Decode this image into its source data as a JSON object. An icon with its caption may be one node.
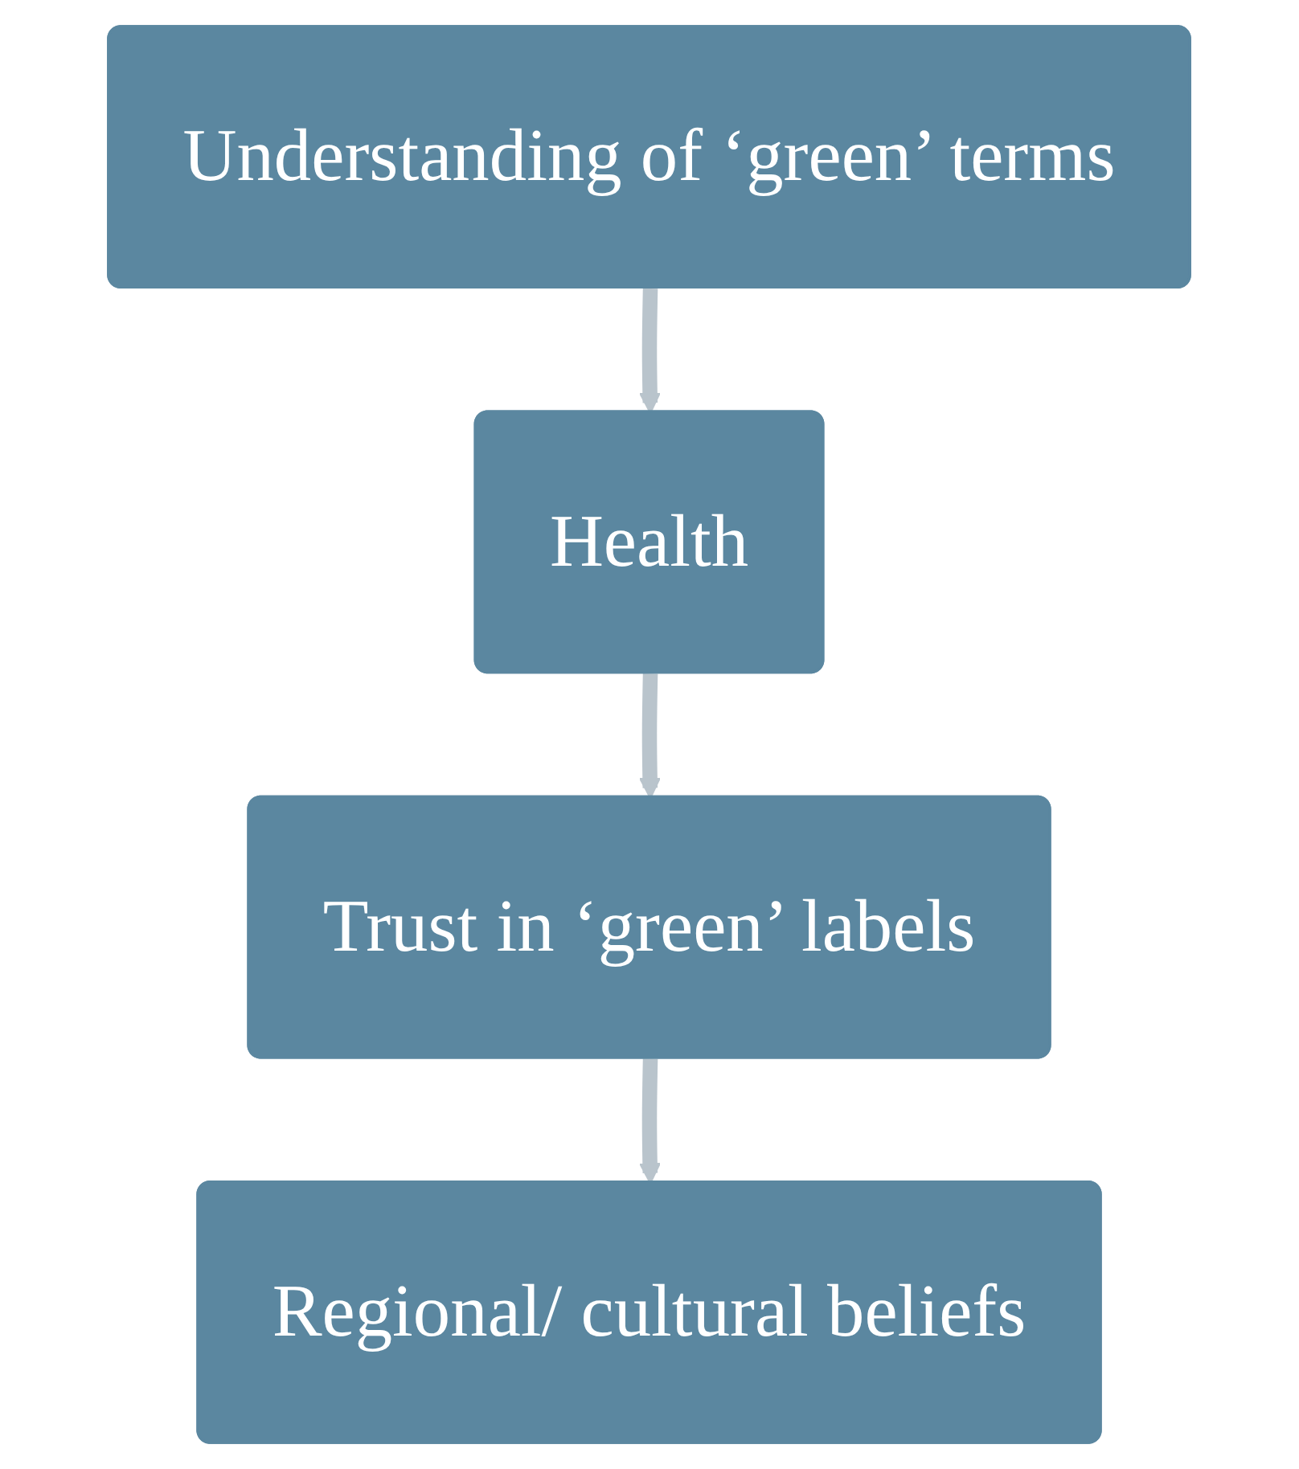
{
  "diagram": {
    "nodes": [
      {
        "text": [
          "Understanding of ‘green’ terms"
        ]
      },
      {
        "text": [
          "Health"
        ]
      },
      {
        "text": [
          "Trust in ‘green’ labels"
        ]
      },
      {
        "text": [
          "Regional/ cultural beliefs"
        ]
      }
    ],
    "edges": [
      {
        "from": 0,
        "to": 1,
        "arrow": "to"
      },
      {
        "from": 1,
        "to": 2,
        "arrow": "to"
      },
      {
        "from": 2,
        "to": 3,
        "arrow": "to"
      }
    ]
  }
}
